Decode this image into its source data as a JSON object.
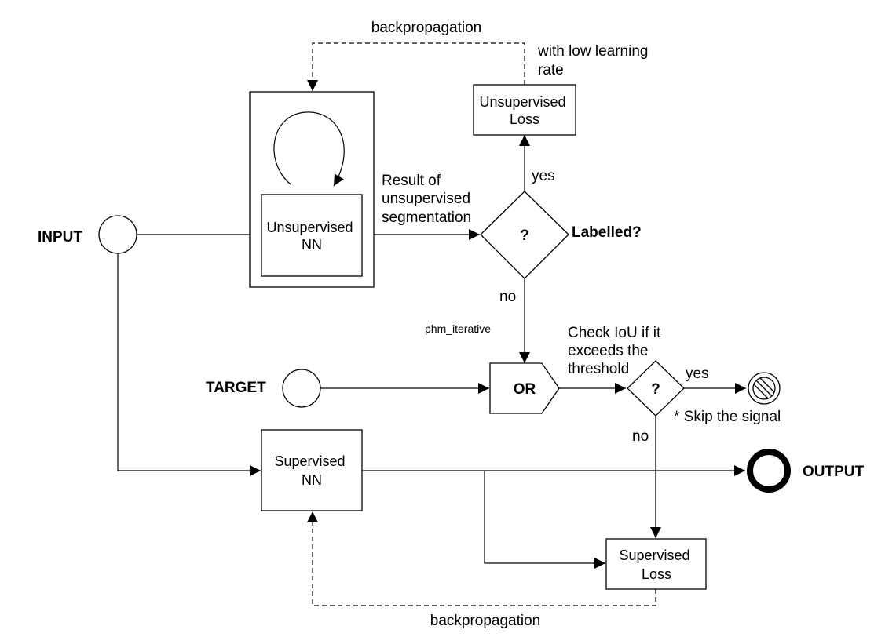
{
  "nodes": {
    "input": "INPUT",
    "target": "TARGET",
    "output": "OUTPUT",
    "unsupervised_nn": [
      "Unsupervised",
      "NN"
    ],
    "unsupervised_loss": [
      "Unsupervised",
      "Loss"
    ],
    "supervised_nn": [
      "Supervised",
      "NN"
    ],
    "supervised_loss": [
      "Supervised",
      "Loss"
    ],
    "labelled_decision": "?",
    "labelled_question": "Labelled?",
    "or_gate": "OR",
    "iou_decision": "?"
  },
  "labels": {
    "backprop_top": "backpropagation",
    "backprop_bottom": "backpropagation",
    "low_lr": [
      "with low learning",
      "rate"
    ],
    "result_of_unsup": [
      "Result of",
      "unsupervised",
      "segmentation"
    ],
    "yes_labelled": "yes",
    "no_labelled": "no",
    "phm_iterative": "phm_iterative",
    "check_iou": [
      "Check IoU if it",
      "exceeds the",
      "threshold"
    ],
    "yes_iou": "yes",
    "no_iou": "no",
    "skip_signal": "* Skip the signal"
  }
}
